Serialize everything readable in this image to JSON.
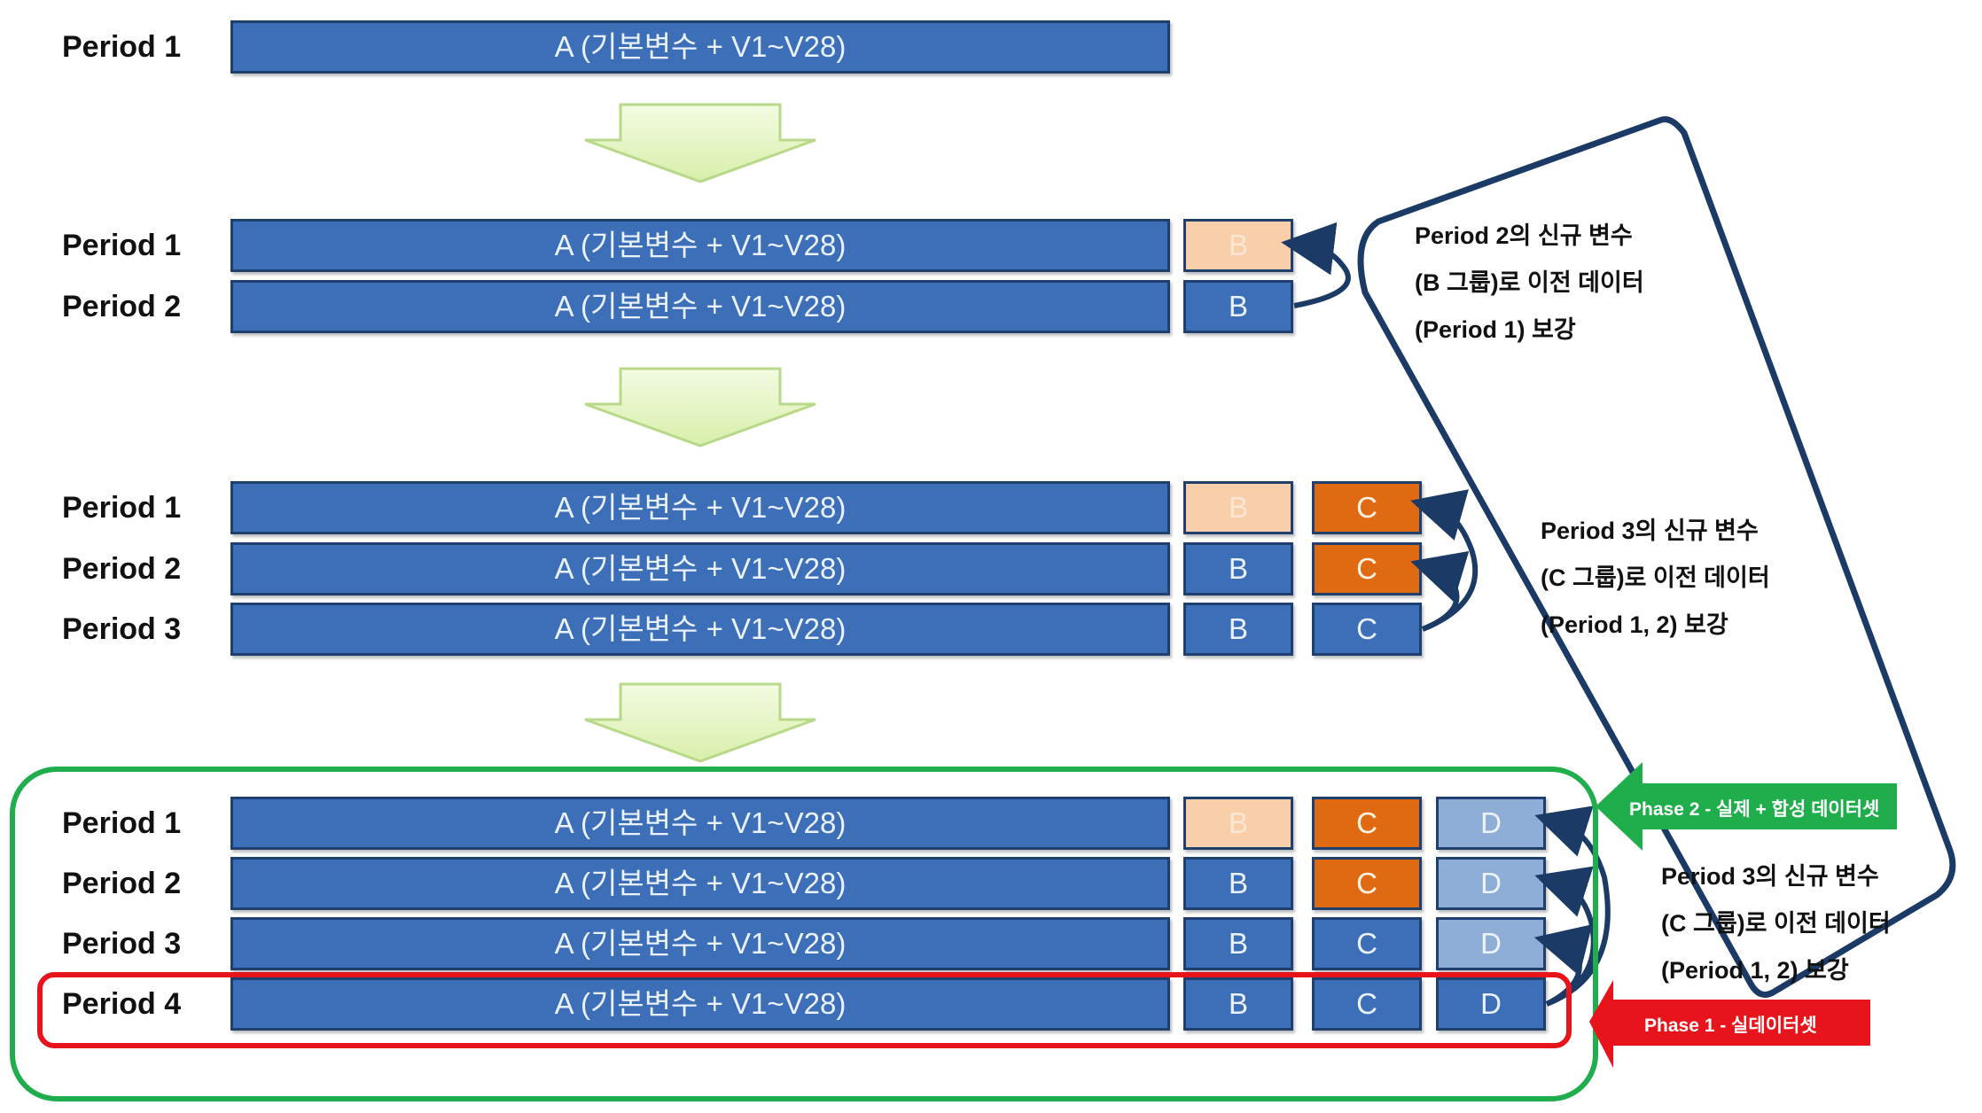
{
  "a_label": "A (기본변수 + V1~V28)",
  "box_labels": {
    "b": "B",
    "c": "C",
    "d": "D"
  },
  "stage1": {
    "rows": [
      {
        "period": "Period 1"
      }
    ]
  },
  "stage2": {
    "rows": [
      {
        "period": "Period 1"
      },
      {
        "period": "Period 2"
      }
    ]
  },
  "stage3": {
    "rows": [
      {
        "period": "Period 1"
      },
      {
        "period": "Period 2"
      },
      {
        "period": "Period 3"
      }
    ]
  },
  "stage4": {
    "rows": [
      {
        "period": "Period 1"
      },
      {
        "period": "Period 2"
      },
      {
        "period": "Period 3"
      },
      {
        "period": "Period 4"
      }
    ]
  },
  "notes": {
    "b_note": [
      "Period 2의 신규 변수",
      "(B 그룹)로 이전 데이터",
      "(Period 1) 보강"
    ],
    "c_note": [
      "Period 3의 신규 변수",
      "(C 그룹)로 이전 데이터",
      "(Period 1, 2) 보강"
    ],
    "d_note": [
      "Period 3의 신규 변수",
      "(C 그룹)로 이전 데이터",
      "(Period 1, 2) 보강"
    ]
  },
  "phase2_label": "Phase 2 - 실제 + 합성 데이터셋",
  "phase1_label": "Phase 1 - 실데이터셋",
  "colors": {
    "bar_blue": "#3d6fb8",
    "bar_border": "#1f3f6e",
    "faded_b": "#f8cfa9",
    "orange_c": "#e06a12",
    "light_d": "#8eaed8",
    "green_frame": "#1fae4b",
    "red_frame": "#e8141b",
    "navy_frame": "#1b3a66",
    "arrow_green_fill": "#e4f4c2"
  }
}
